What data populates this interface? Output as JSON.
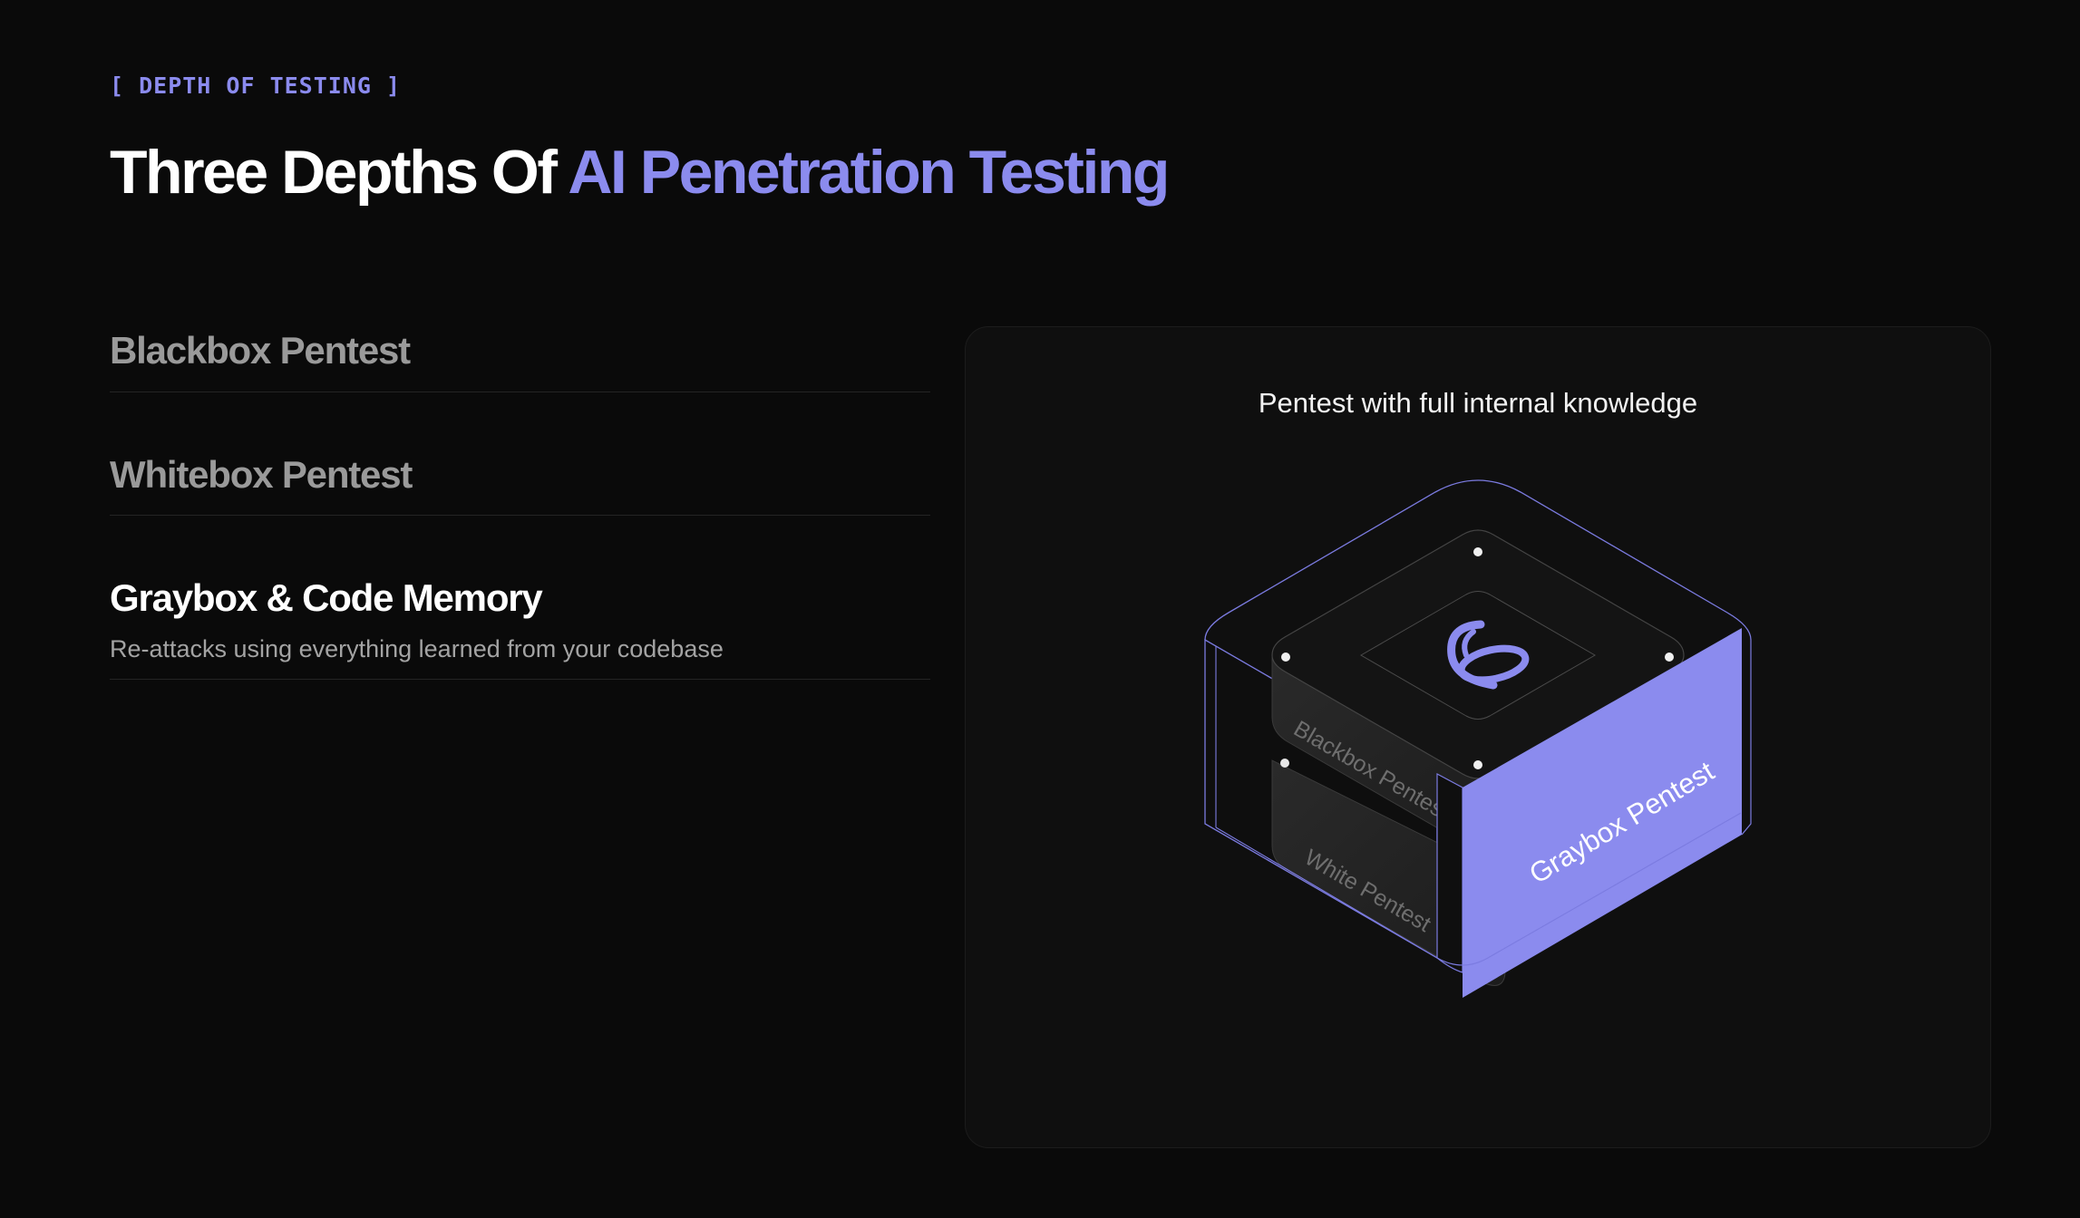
{
  "section": {
    "eyebrow": "[ DEPTH OF TESTING ]",
    "title_prefix": "Three Depths Of ",
    "title_accent": "AI Penetration Testing"
  },
  "tabs": [
    {
      "title": "Blackbox Pentest",
      "active": false
    },
    {
      "title": "Whitebox Pentest",
      "active": false
    },
    {
      "title": "Graybox & Code Memory",
      "description": "Re-attacks using everything learned from your codebase",
      "active": true
    }
  ],
  "panel": {
    "caption": "Pentest with full internal knowledge",
    "layers": {
      "blackbox": "Blackbox Pentest",
      "white": "White Pentest",
      "graybox": "Graybox Pentest"
    },
    "logo_icon": "brand-swirl-icon"
  },
  "colors": {
    "background": "#0a0a0a",
    "accent": "#8b8bee",
    "panel": "#0f0f0f"
  }
}
